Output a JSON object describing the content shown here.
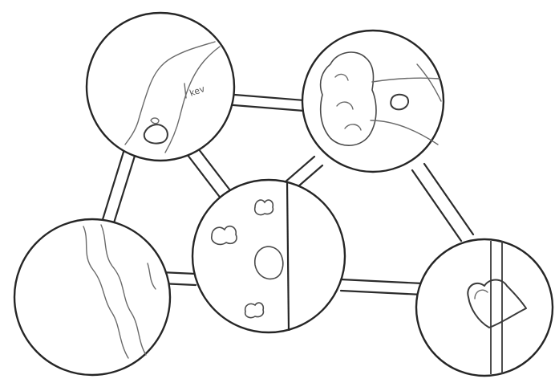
{
  "sketch": {
    "handwritten_note": "kev",
    "colors": {
      "paper": "#ffffff",
      "ink": "#262626",
      "pencil": "#6a6a6a"
    },
    "nodes": [
      {
        "id": "top-left",
        "content": "cracked-surface-with-small-pool"
      },
      {
        "id": "top-right",
        "content": "tree-canopy-and-river"
      },
      {
        "id": "center",
        "content": "clouds-split-by-vertical-line"
      },
      {
        "id": "bottom-left",
        "content": "river-cracks"
      },
      {
        "id": "bottom-right",
        "content": "heart-on-vertical-band"
      }
    ],
    "connections": [
      [
        "top-left",
        "top-right"
      ],
      [
        "top-left",
        "center"
      ],
      [
        "top-left",
        "bottom-left"
      ],
      [
        "top-right",
        "center"
      ],
      [
        "top-right",
        "bottom-right"
      ],
      [
        "center",
        "bottom-left"
      ],
      [
        "center",
        "bottom-right"
      ]
    ]
  }
}
